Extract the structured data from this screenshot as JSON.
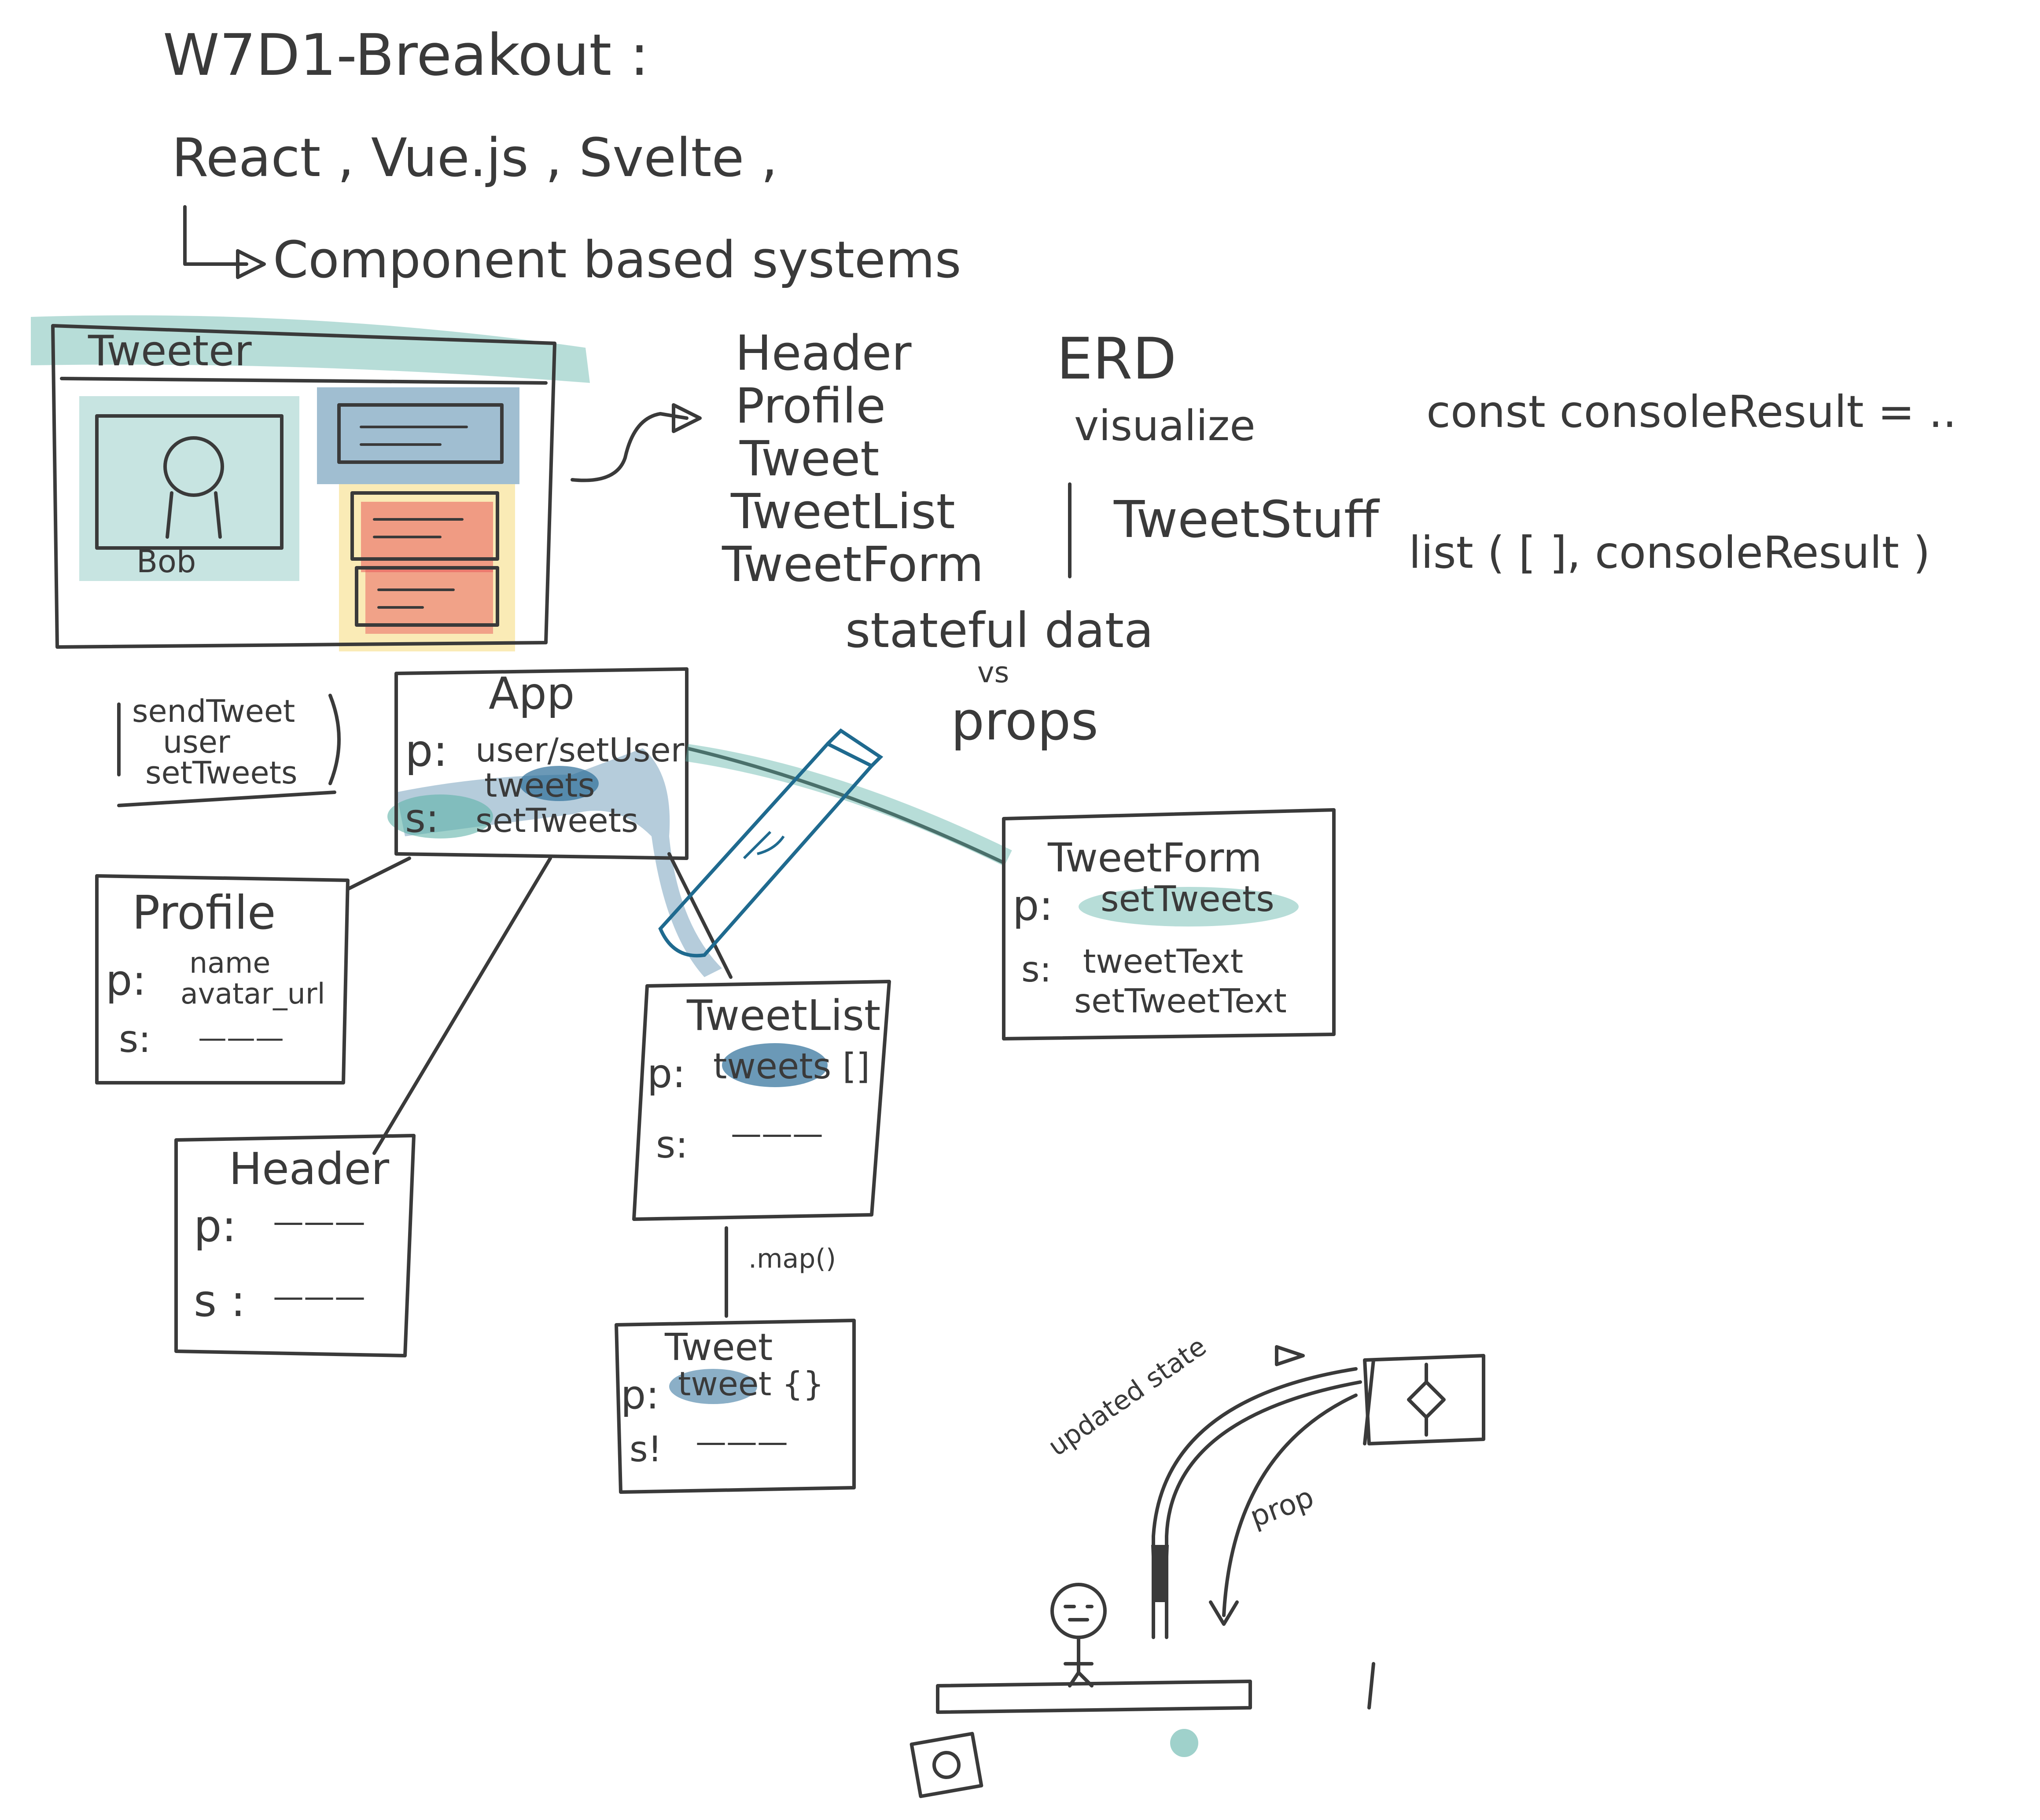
{
  "header": {
    "title": "W7D1-Breakout :",
    "frameworks": "React , Vue.js , Svelte ,",
    "subtitle": "Component based systems"
  },
  "wireframe": {
    "app_name": "Tweeter",
    "user_name": "Bob"
  },
  "component_list": [
    "Header",
    "Profile",
    "Tweet",
    "TweetList",
    "TweetForm"
  ],
  "notes": {
    "erd": "ERD",
    "visualize": "visualize",
    "tweet_stuff": "TweetStuff",
    "stateful": "stateful data",
    "vs": "vs",
    "props": "props",
    "const_line": "const consoleResult = ..",
    "list_line": "list ( [ ], consoleResult )",
    "send_tweet_box": [
      "sendTweet",
      "user",
      "setTweets"
    ],
    "map_label": ".map()"
  },
  "components": {
    "app": {
      "name": "App",
      "p_label": "p:",
      "p_value": "user/setUser",
      "s_label": "s:",
      "s_values": [
        "tweets",
        "setTweets"
      ]
    },
    "profile": {
      "name": "Profile",
      "p_label": "p:",
      "p_values": [
        "name",
        "avatar_url"
      ],
      "s_label": "s:",
      "s_value": "———"
    },
    "header": {
      "name": "Header",
      "p_label": "p:",
      "p_value": "———",
      "s_label": "s :",
      "s_value": "———"
    },
    "tweet_list": {
      "name": "TweetList",
      "p_label": "p:",
      "p_value": "tweets []",
      "s_label": "s:",
      "s_value": "———"
    },
    "tweet": {
      "name": "Tweet",
      "p_label": "p:",
      "p_value": "tweet {}",
      "s_label": "s!",
      "s_value": "———"
    },
    "tweet_form": {
      "name": "TweetForm",
      "p_label": "p:",
      "p_value": "setTweets",
      "s_label": "s:",
      "s_values": [
        "tweetText",
        "setTweetText"
      ]
    }
  },
  "flow_sketch": {
    "updated_state": "updated state",
    "prop": "prop"
  },
  "colors": {
    "ink": "#3a3a3a",
    "teal_highlight": "#5fb3a8",
    "blue_highlight": "#2c6e99",
    "red_highlight": "#e85a5a",
    "yellow_highlight": "#f5d76e",
    "pen_blue": "#1f6a8f"
  }
}
